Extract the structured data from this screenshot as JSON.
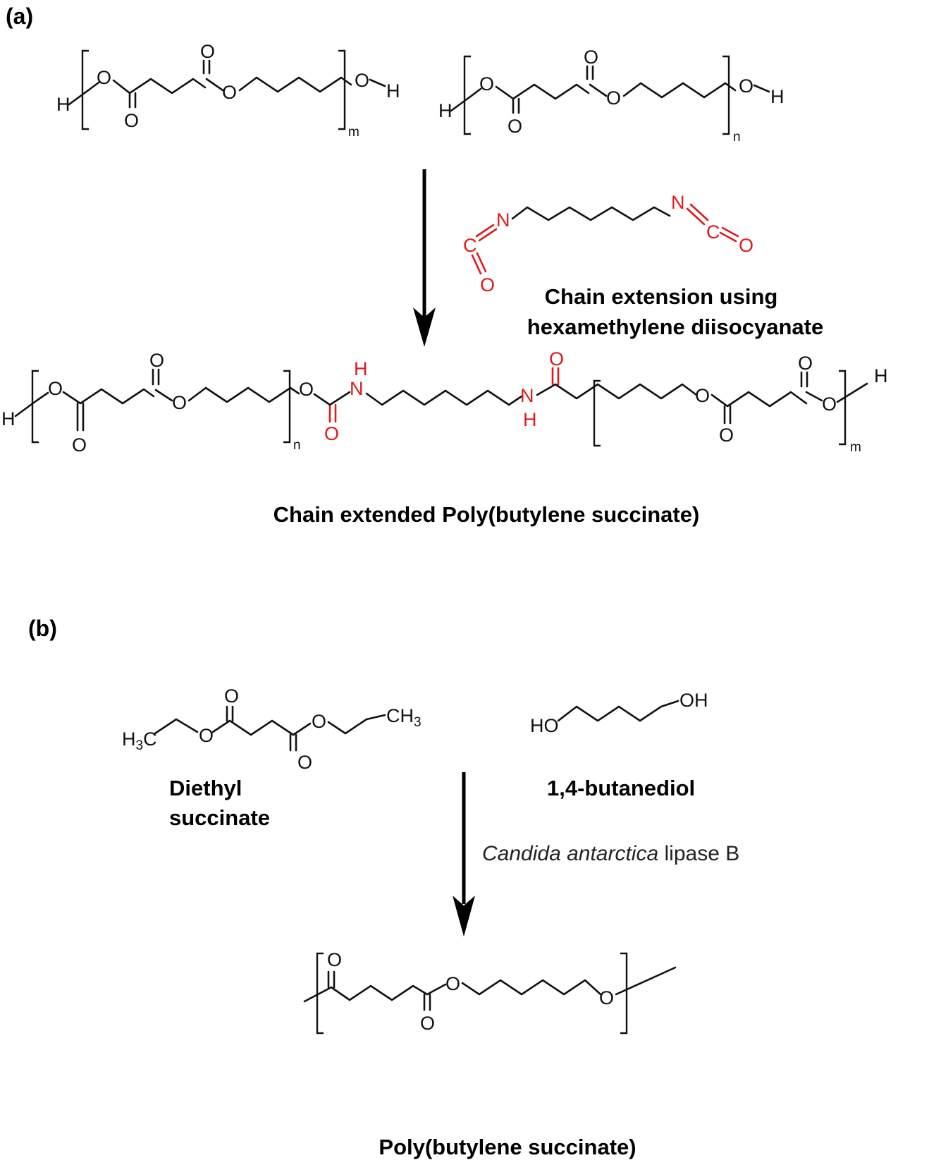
{
  "panels": {
    "a": "(a)",
    "b": "(b)"
  },
  "atoms": {
    "H": "H",
    "O": "O",
    "OH": "OH",
    "HO": "HO",
    "N": "N",
    "C": "C",
    "CH": "CH",
    "C_of_H3C": "C",
    "three": "3",
    "m": "m",
    "n": "n"
  },
  "labels": {
    "chain_extension_line1": "Chain extension using",
    "chain_extension_line2": "hexamethylene diisocyanate",
    "chain_extended_pbs": "Chain extended Poly(butylene succinate)",
    "diethyl_line1": "Diethyl",
    "diethyl_line2": "succinate",
    "butanediol": "1,4-butanediol",
    "catalyst_italic": "Candida antarctica",
    "catalyst_rest": " lipase B",
    "pbs": "Poly(butylene succinate)"
  },
  "colors": {
    "bond": "#111111",
    "highlight_red": "#e0191b"
  }
}
